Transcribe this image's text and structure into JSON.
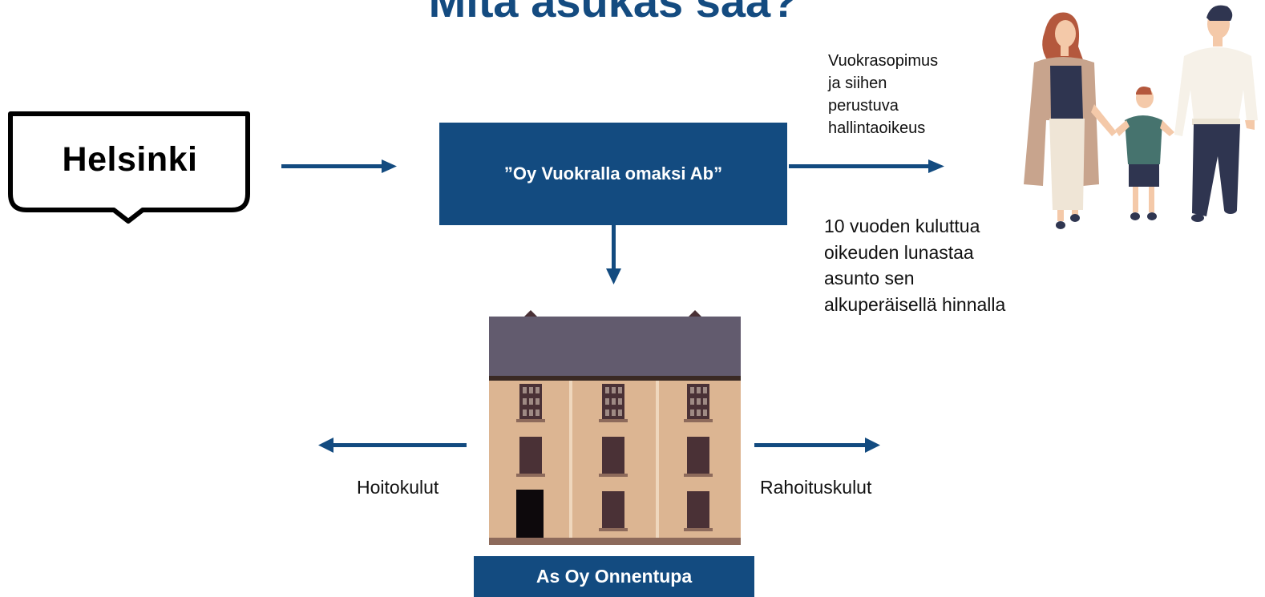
{
  "title": "Mitä asukas saa?",
  "logo": {
    "text": "Helsinki"
  },
  "company_box": {
    "label": "”Oy Vuokralla omaksi Ab”"
  },
  "building_box": {
    "label": "As Oy Onnentupa"
  },
  "labels": {
    "lease_lines": [
      "Vuokrasopimus",
      "ja siihen",
      "perustuva",
      "hallintaoikeus"
    ],
    "redeem_lines": [
      "10 vuoden kuluttua",
      "oikeuden lunastaa",
      "asunto sen",
      "alkuperäisellä hinnalla"
    ],
    "maintenance": "Hoitokulut",
    "financing": "Rahoituskulut"
  },
  "colors": {
    "accent": "#134b80",
    "title": "#144b80"
  },
  "illustrations": [
    "family-illustration",
    "apartment-building-illustration"
  ]
}
